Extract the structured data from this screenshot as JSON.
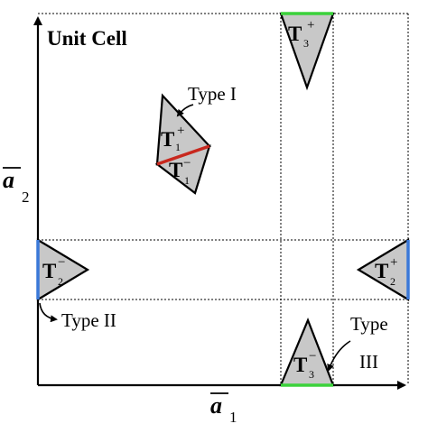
{
  "title": "Unit Cell",
  "axis_labels": {
    "x_main": "a",
    "x_sub": "1",
    "y_main": "a",
    "y_sub": "2"
  },
  "triangles": {
    "t1_plus": {
      "main": "T",
      "sub": "1",
      "sup": "+"
    },
    "t1_minus": {
      "main": "T",
      "sub": "1",
      "sup": "−"
    },
    "t2_minus": {
      "main": "T",
      "sub": "2",
      "sup": "−"
    },
    "t2_plus": {
      "main": "T",
      "sub": "2",
      "sup": "+"
    },
    "t3_plus": {
      "main": "T",
      "sub": "3",
      "sup": "+"
    },
    "t3_minus": {
      "main": "T",
      "sub": "3",
      "sup": "−"
    }
  },
  "annotations": {
    "type_i": "Type I",
    "type_ii": "Type II",
    "type_iii_line1": "Type",
    "type_iii_line2": "III"
  },
  "colors": {
    "triangle_fill": "#c8c8c8",
    "type_i_edge": "#c8281e",
    "type_ii_edge": "#3a78d8",
    "type_iii_edge": "#3bd23b"
  }
}
